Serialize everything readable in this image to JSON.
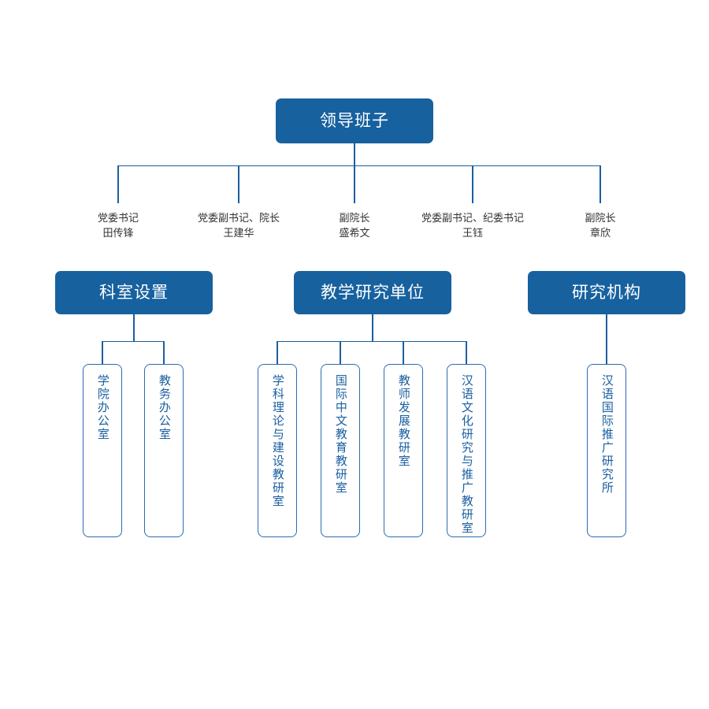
{
  "theme": {
    "box_fill": "#17619f",
    "line_color": "#1a5fa0",
    "outline_color": "#2b6cb0",
    "vertical_text_color": "#1a5fa0",
    "label_text_color": "#333333",
    "page_background": "#ffffff"
  },
  "root": {
    "label": "领导班子"
  },
  "leaders": [
    {
      "title": "党委书记",
      "name": "田传锋"
    },
    {
      "title": "党委副书记、院长",
      "name": "王建华"
    },
    {
      "title": "副院长",
      "name": "盛希文"
    },
    {
      "title": "党委副书记、纪委书记",
      "name": "王钰"
    },
    {
      "title": "副院长",
      "name": "章欣"
    }
  ],
  "groups": [
    {
      "label": "科室设置",
      "children": [
        {
          "label": "学院办公室"
        },
        {
          "label": "教务办公室"
        }
      ]
    },
    {
      "label": "教学研究单位",
      "children": [
        {
          "label": "学科理论与建设教研室"
        },
        {
          "label": "国际中文教育教研室"
        },
        {
          "label": "教师发展教研室"
        },
        {
          "label": "汉语文化研究与推广教研室"
        }
      ]
    },
    {
      "label": "研究机构",
      "children": [
        {
          "label": "汉语国际推广研究所"
        }
      ]
    }
  ]
}
